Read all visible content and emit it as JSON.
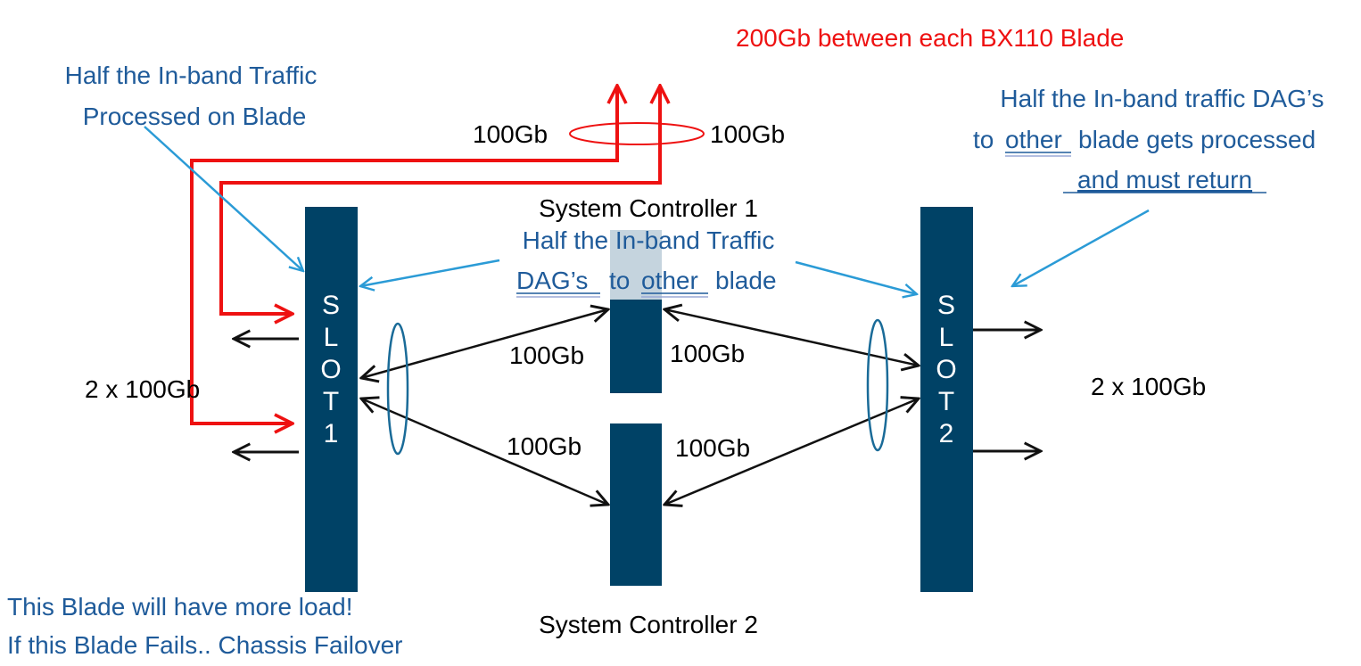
{
  "colors": {
    "blade": "#004266",
    "controller": "#004266",
    "controller_highlight": "#c5d4de",
    "red_path": "#ee1111",
    "blue_text": "#1f5b9a",
    "callout": "#2b9bd6",
    "link": "#111111",
    "lag_ellipse": "#1a6b98"
  },
  "top_banner": "200Gb between each BX110 Blade",
  "uplink_left": "100Gb",
  "uplink_right": "100Gb",
  "controller_1": {
    "label": "System Controller 1"
  },
  "controller_2": {
    "label": "System Controller 2"
  },
  "slot1": {
    "letters": [
      "S",
      "L",
      "O",
      "T",
      "1"
    ],
    "ports": "2 x 100Gb"
  },
  "slot2": {
    "letters": [
      "S",
      "L",
      "O",
      "T",
      "2"
    ],
    "ports": "2 x 100Gb"
  },
  "links": {
    "slot1_sc1": "100Gb",
    "sc1_slot2": "100Gb",
    "slot1_sc2": "100Gb",
    "sc2_slot2": "100Gb"
  },
  "annotations": {
    "processed_line1": "Half the In-band Traffic",
    "processed_line2": "Processed on Blade",
    "center_line1": "Half the In-band Traffic",
    "center_line2_a": "DAG’s",
    "center_line2_b": "to",
    "center_line2_c": "other",
    "center_line2_d": "blade",
    "right_line1": "Half the In-band traffic DAG’s",
    "right_line2_a": "to",
    "right_line2_b": "other",
    "right_line2_c": "blade gets processed",
    "right_line3": "and must return",
    "warning_line1": "This Blade will have more load!",
    "warning_line2": "If this Blade Fails.. Chassis Failover"
  }
}
